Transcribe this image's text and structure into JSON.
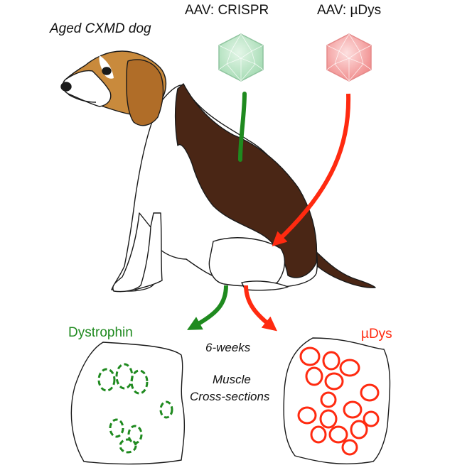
{
  "labels": {
    "title": "Aged CXMD dog",
    "vector_crispr": "AAV: CRISPR",
    "vector_udys": "AAV: µDys",
    "result_left": "Dystrophin",
    "result_right": "µDys",
    "time": "6-weeks",
    "section_line1": "Muscle",
    "section_line2": "Cross-sections"
  },
  "colors": {
    "green": "#1f8a1f",
    "red": "#ff2a10",
    "crispr_capsid": "#b9e8c6",
    "udys_capsid": "#f7a3a3",
    "dog_brown": "#4a2615",
    "dog_tan": "#c98a3c"
  }
}
